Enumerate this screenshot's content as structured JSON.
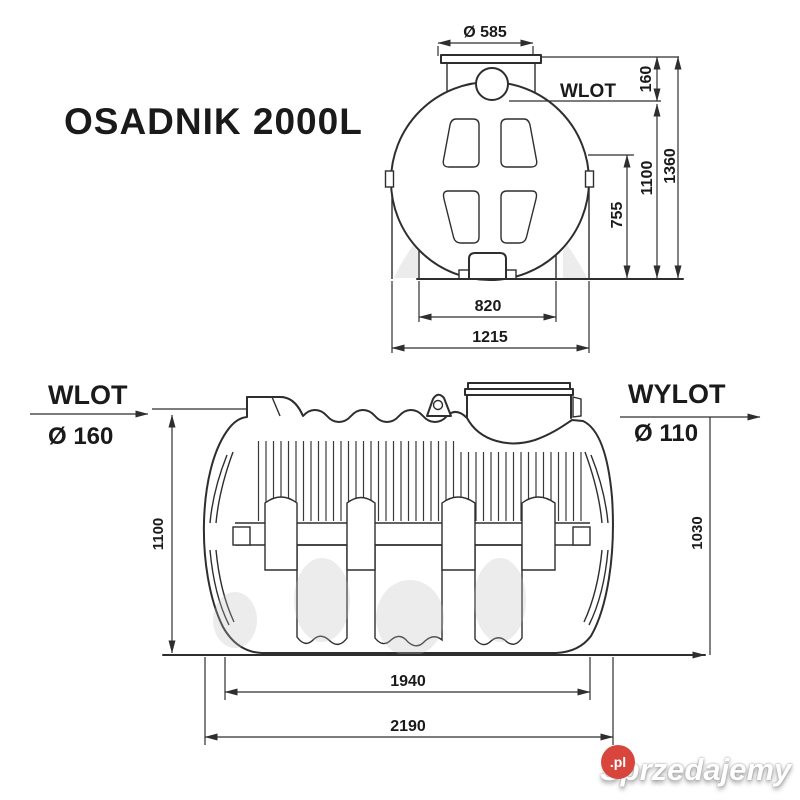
{
  "title": "OSADNIK 2000L",
  "front_view": {
    "lid_diameter": "Ø 585",
    "inlet_label": "WLOT",
    "dim_inlet_offset": "160",
    "dim_height_total": "1360",
    "dim_height_inlet": "1100",
    "dim_height_mid": "755",
    "dim_width_base": "820",
    "dim_width_overall": "1215"
  },
  "side_view": {
    "inlet_label": "WLOT",
    "inlet_diameter": "Ø 160",
    "outlet_label": "WYLOT",
    "outlet_diameter": "Ø 110",
    "dim_height": "1100",
    "dim_outlet_height": "1030",
    "dim_length_inner": "1940",
    "dim_length_overall": "2190"
  },
  "watermark": {
    "name": "Sprzedajemy",
    "suffix": ".pl",
    "badge_color": "#d8453c"
  },
  "colors": {
    "line": "#2e2e2e",
    "background": "#ffffff"
  }
}
